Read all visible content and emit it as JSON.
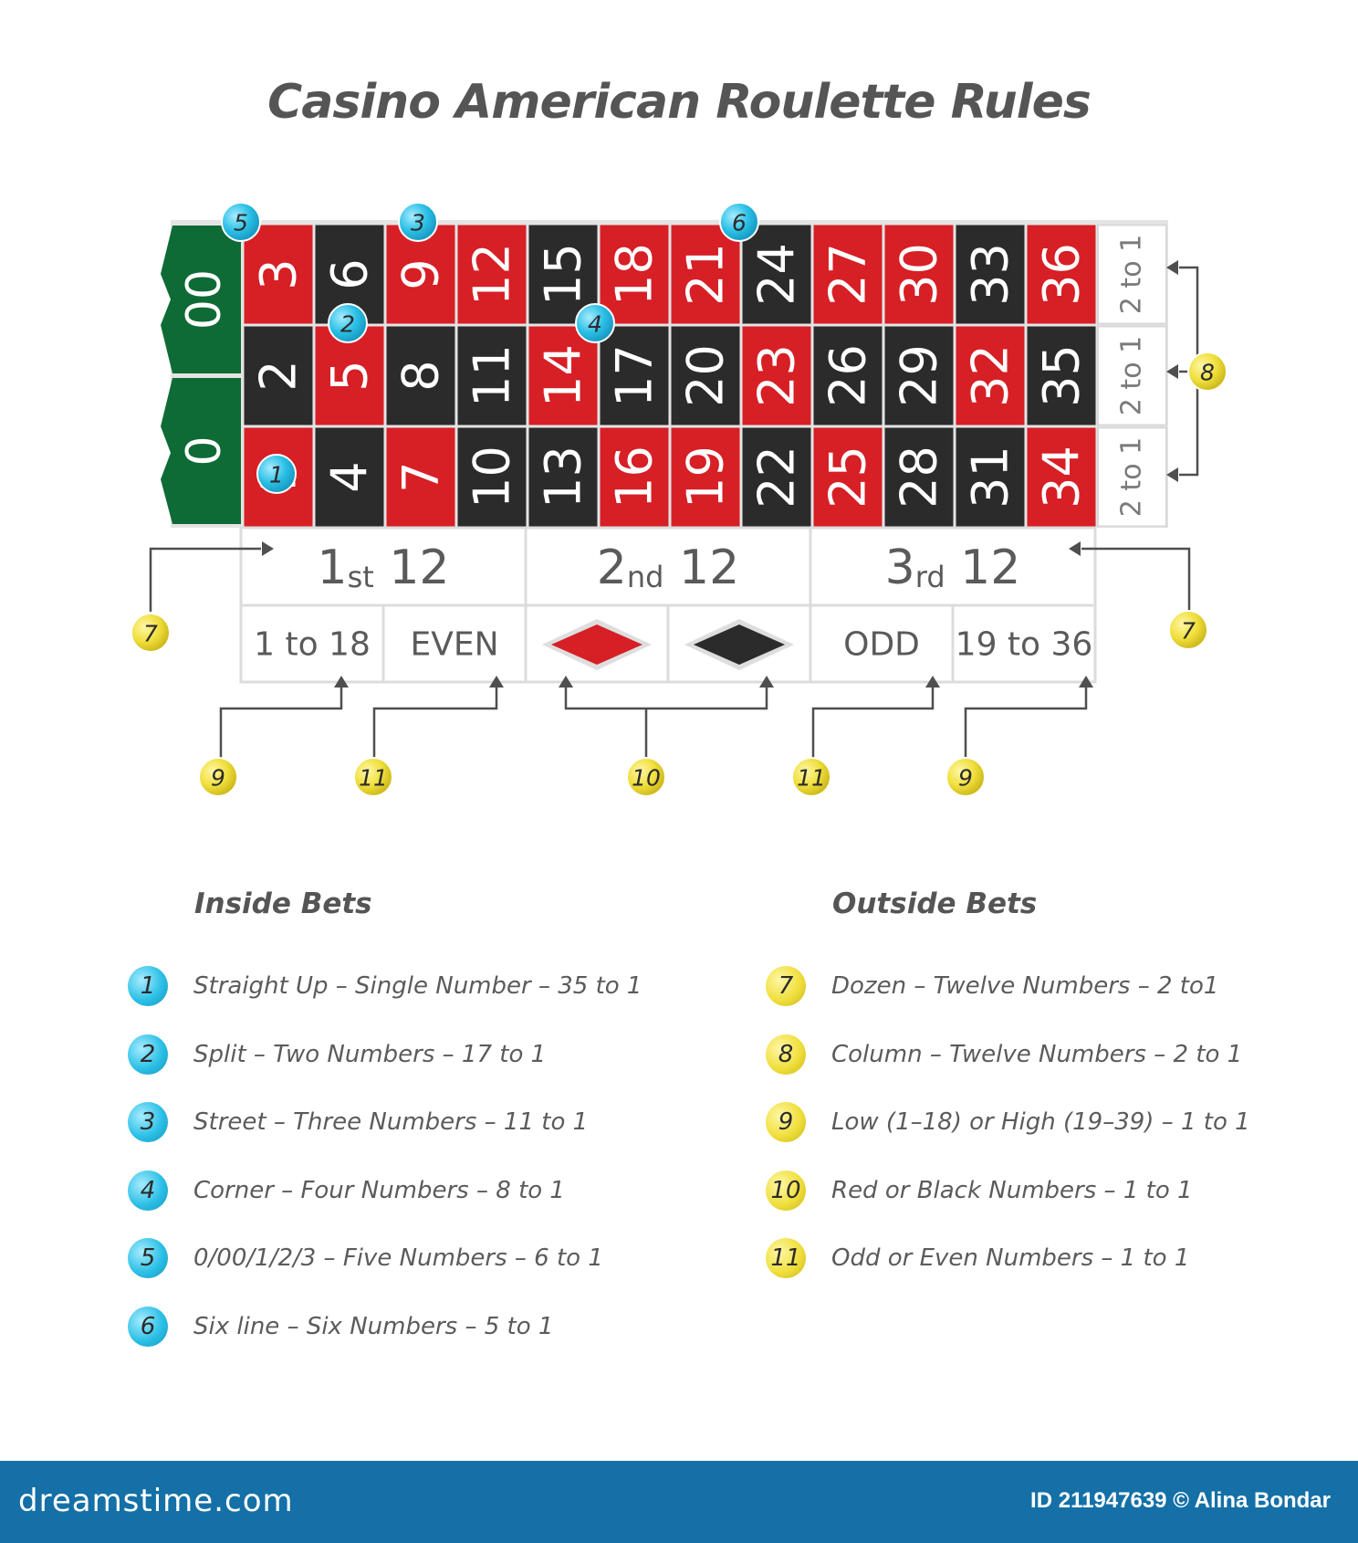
{
  "title": "Casino American Roulette Rules",
  "colors": {
    "red": "#d71f26",
    "black": "#2b2b2b",
    "green": "#0e6b35",
    "inside_badge": "#2cc0e6",
    "outside_badge": "#f0df3c"
  },
  "board": {
    "zeros": [
      "00",
      "0"
    ],
    "rows": [
      [
        "3",
        "6",
        "9",
        "12",
        "15",
        "18",
        "21",
        "24",
        "27",
        "30",
        "33",
        "36"
      ],
      [
        "2",
        "5",
        "8",
        "11",
        "14",
        "17",
        "20",
        "23",
        "26",
        "29",
        "32",
        "35"
      ],
      [
        "1",
        "4",
        "7",
        "10",
        "13",
        "16",
        "19",
        "22",
        "25",
        "28",
        "31",
        "34"
      ]
    ],
    "red_numbers": [
      "1",
      "3",
      "5",
      "7",
      "9",
      "12",
      "14",
      "16",
      "18",
      "19",
      "21",
      "23",
      "25",
      "27",
      "30",
      "32",
      "34",
      "36"
    ],
    "column_labels": [
      "2 to 1",
      "2 to 1",
      "2 to 1"
    ],
    "dozens": [
      {
        "ord": "1",
        "sup": "st",
        "num": "12"
      },
      {
        "ord": "2",
        "sup": "nd",
        "num": "12"
      },
      {
        "ord": "3",
        "sup": "rd",
        "num": "12"
      }
    ],
    "outside_cells": [
      "1 to 18",
      "EVEN",
      "red-diamond",
      "black-diamond",
      "ODD",
      "19 to 36"
    ]
  },
  "callouts": {
    "inside_on_board": [
      "5",
      "3",
      "6",
      "2",
      "4",
      "1"
    ],
    "outside_on_board": [
      "8",
      "7",
      "7",
      "9",
      "11",
      "10",
      "11",
      "9"
    ]
  },
  "inside_bets": {
    "heading": "Inside Bets",
    "items": [
      {
        "num": "1",
        "text": "Straight Up – Single Number – 35 to 1"
      },
      {
        "num": "2",
        "text": "Split – Two Numbers – 17 to 1"
      },
      {
        "num": "3",
        "text": "Street – Three Numbers – 11 to 1"
      },
      {
        "num": "4",
        "text": "Corner – Four Numbers – 8 to 1"
      },
      {
        "num": "5",
        "text": "0/00/1/2/3 – Five Numbers – 6 to 1"
      },
      {
        "num": "6",
        "text": "Six line – Six Numbers – 5 to 1"
      }
    ]
  },
  "outside_bets": {
    "heading": "Outside Bets",
    "items": [
      {
        "num": "7",
        "text": "Dozen – Twelve Numbers – 2 to1"
      },
      {
        "num": "8",
        "text": "Column – Twelve Numbers – 2 to 1"
      },
      {
        "num": "9",
        "text": "Low (1–18) or High (19–39) – 1 to 1"
      },
      {
        "num": "10",
        "text": "Red or Black Numbers – 1 to 1"
      },
      {
        "num": "11",
        "text": "Odd or Even Numbers – 1 to 1"
      }
    ]
  },
  "footer": {
    "site": "dreamstime.com",
    "credit": "ID 211947639 © Alina Bondar"
  }
}
